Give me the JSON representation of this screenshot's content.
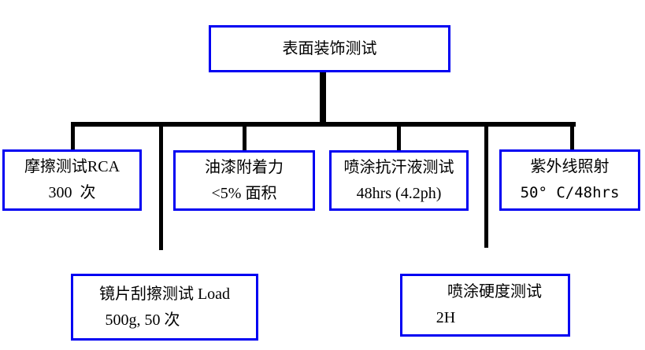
{
  "diagram": {
    "root": {
      "label": "表面装饰测试"
    },
    "boxes": [
      {
        "name": "friction-test-rca",
        "line1": "摩擦测试RCA",
        "line2": "300  次"
      },
      {
        "name": "paint-adhesion",
        "line1": "油漆附着力",
        "line2": "<5% 面积"
      },
      {
        "name": "sweat-resistance",
        "line1": "喷涂抗汗液测试",
        "line2": "48hrs (4.2ph)"
      },
      {
        "name": "uv-exposure",
        "line1": "紫外线照射",
        "line2": "50° C/48hrs"
      },
      {
        "name": "lens-scratch",
        "line1": "镜片刮擦测试 Load",
        "line2": "500g, 50 次"
      },
      {
        "name": "coating-hardness",
        "line1": "喷涂硬度测试",
        "line2": "2H"
      }
    ]
  },
  "colors": {
    "box_border": "#0000f2",
    "connector": "#000000",
    "background": "#ffffff",
    "text": "#000000"
  }
}
